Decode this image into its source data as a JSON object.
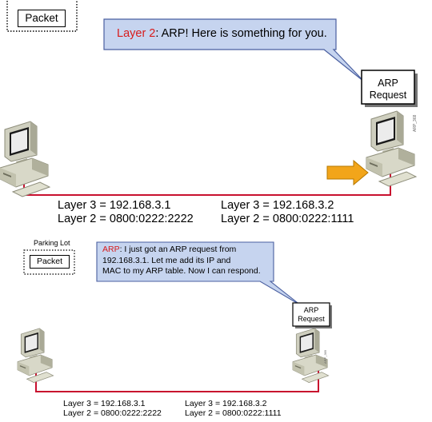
{
  "top": {
    "packet_label": "Packet",
    "bubble": {
      "prefix": "Layer 2",
      "text": ": ARP! Here is something for you."
    },
    "arp_request": {
      "line1": "ARP",
      "line2": "Request"
    },
    "left_host": {
      "layer3": "Layer 3 = 192.168.3.1",
      "layer2": "Layer 2 = 0800:0222:2222"
    },
    "right_host": {
      "layer3": "Layer 3 = 192.168.3.2",
      "layer2": "Layer 2 = 0800:0222:1111"
    },
    "side_code": "ARP_368"
  },
  "bottom": {
    "parking_lot_label": "Parking Lot",
    "packet_label": "Packet",
    "bubble": {
      "prefix": "ARP",
      "line1": ": I just got an ARP request from",
      "line2": "192.168.3.1.  Let me add its IP and",
      "line3": "MAC to my ARP table. Now I can respond."
    },
    "arp_request": {
      "line1": "ARP",
      "line2": "Request"
    },
    "left_host": {
      "layer3": "Layer 3 = 192.168.3.1",
      "layer2": "Layer 2 = 0800:0222:2222"
    },
    "right_host": {
      "layer3": "Layer 3 = 192.168.3.2",
      "layer2": "Layer 2 = 0800:0222:1111"
    },
    "side_code": "ARP_369"
  },
  "colors": {
    "link": "#c8102e",
    "bubble_fill": "#c6d4ef",
    "bubble_border": "#4a5fa0",
    "arrow_fill": "#f2a51a",
    "computer_fill": "#cfcfbf"
  }
}
